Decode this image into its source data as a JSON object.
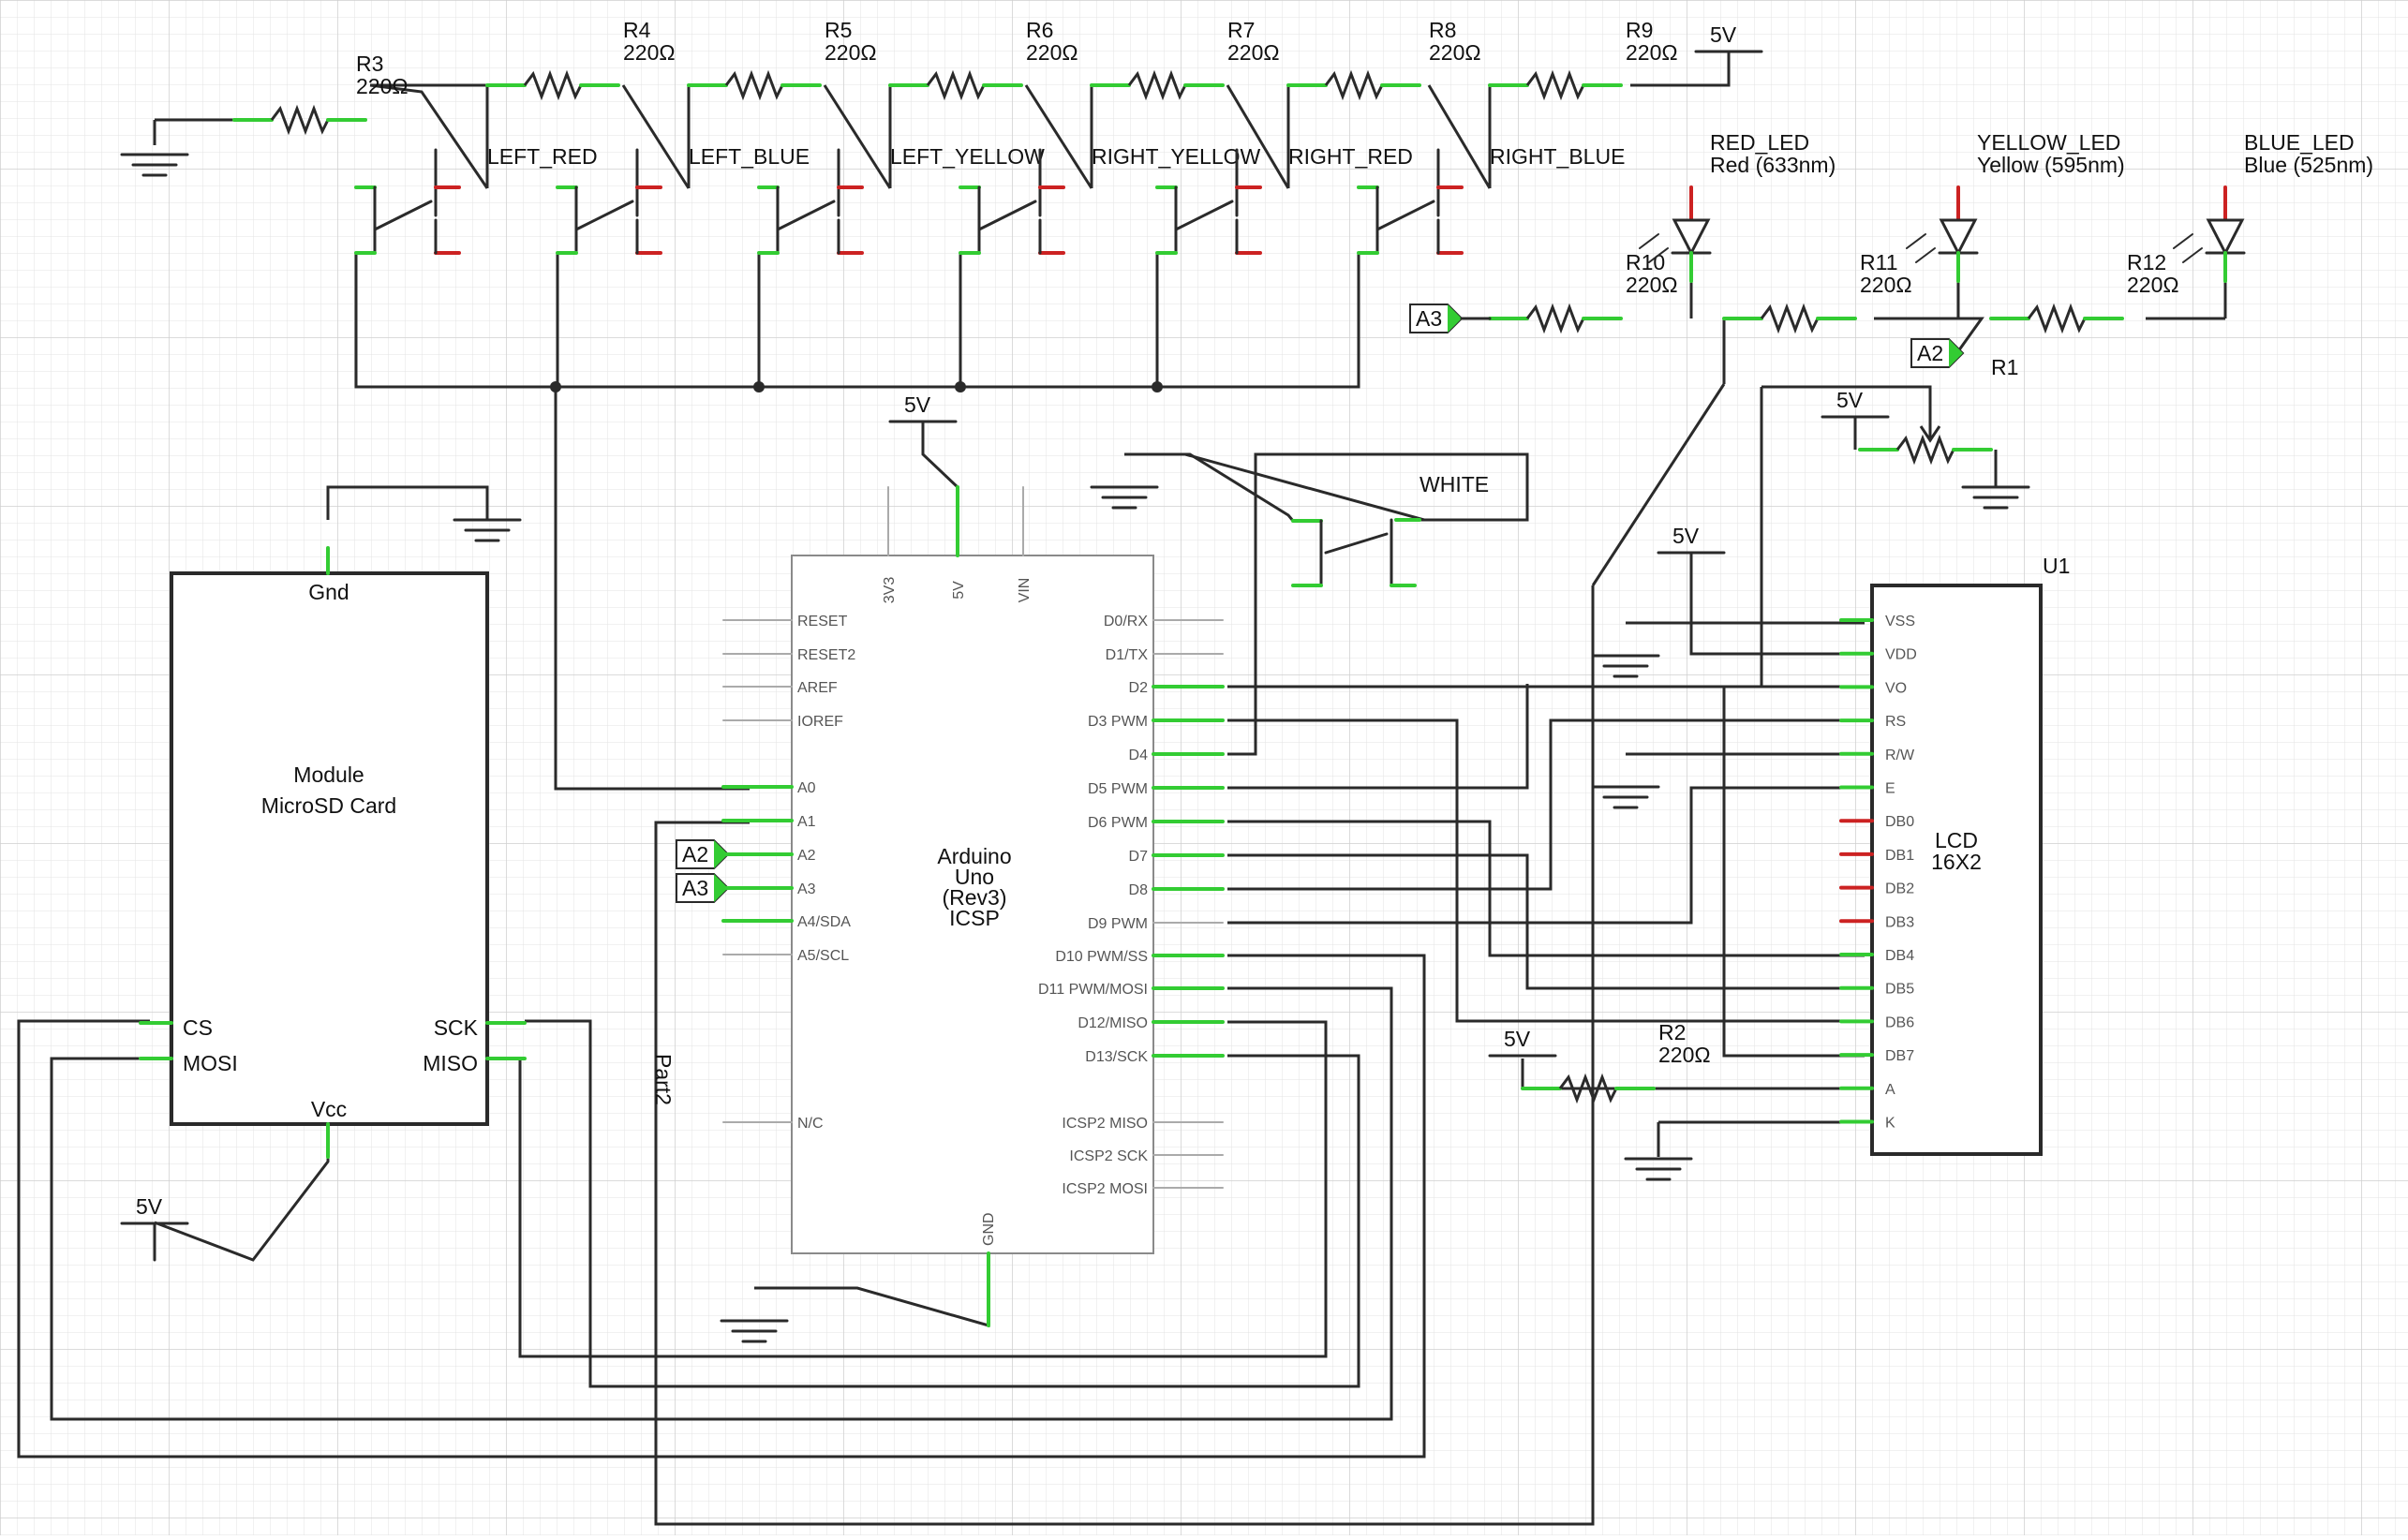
{
  "colors": {
    "background": "#ffffff",
    "grid": "#e3e3e3",
    "grid_major": "#cfcfcf",
    "wire": "#2a2a2a",
    "pin_connected": "#33cc33",
    "pin_unconnected": "#cc2222",
    "text": "#111111",
    "pin_label": "#555555"
  },
  "resistors": [
    {
      "ref": "R3",
      "value": "220Ω"
    },
    {
      "ref": "R4",
      "value": "220Ω"
    },
    {
      "ref": "R5",
      "value": "220Ω"
    },
    {
      "ref": "R6",
      "value": "220Ω"
    },
    {
      "ref": "R7",
      "value": "220Ω"
    },
    {
      "ref": "R8",
      "value": "220Ω"
    },
    {
      "ref": "R9",
      "value": "220Ω"
    },
    {
      "ref": "R10",
      "value": "220Ω"
    },
    {
      "ref": "R11",
      "value": "220Ω"
    },
    {
      "ref": "R12",
      "value": "220Ω"
    },
    {
      "ref": "R2",
      "value": "220Ω"
    }
  ],
  "potentiometer": {
    "ref": "R1"
  },
  "transistors": [
    "LEFT_RED",
    "LEFT_BLUE",
    "LEFT_YELLOW",
    "RIGHT_YELLOW",
    "RIGHT_RED",
    "RIGHT_BLUE",
    "WHITE"
  ],
  "leds": [
    {
      "name": "RED_LED",
      "desc": "Red (633nm)"
    },
    {
      "name": "YELLOW_LED",
      "desc": "Yellow (595nm)"
    },
    {
      "name": "BLUE_LED",
      "desc": "Blue (525nm)"
    }
  ],
  "power_label": "5V",
  "net_labels": [
    "A2",
    "A3"
  ],
  "sd_module": {
    "title_line1": "Module",
    "title_line2": "MicroSD Card",
    "pins": {
      "gnd": "Gnd",
      "cs": "CS",
      "mosi": "MOSI",
      "sck": "SCK",
      "miso": "MISO",
      "vcc": "Vcc"
    }
  },
  "arduino": {
    "title": [
      "Arduino",
      "Uno",
      "(Rev3)",
      "ICSP"
    ],
    "part_label": "Part2",
    "top_pins": [
      "3V3",
      "5V",
      "VIN"
    ],
    "left_pins": [
      "RESET",
      "RESET2",
      "AREF",
      "IOREF",
      "A0",
      "A1",
      "A2",
      "A3",
      "A4/SDA",
      "A5/SCL",
      "N/C"
    ],
    "right_pins": [
      "D0/RX",
      "D1/TX",
      "D2",
      "D3 PWM",
      "D4",
      "D5 PWM",
      "D6 PWM",
      "D7",
      "D8",
      "D9 PWM",
      "D10 PWM/SS",
      "D11 PWM/MOSI",
      "D12/MISO",
      "D13/SCK",
      "ICSP2 MISO",
      "ICSP2 SCK",
      "ICSP2 MOSI"
    ],
    "bottom_pin": "GND"
  },
  "lcd": {
    "ref": "U1",
    "title_line1": "LCD",
    "title_line2": "16X2",
    "pins": [
      "VSS",
      "VDD",
      "VO",
      "RS",
      "R/W",
      "E",
      "DB0",
      "DB1",
      "DB2",
      "DB3",
      "DB4",
      "DB5",
      "DB6",
      "DB7",
      "A",
      "K"
    ]
  }
}
